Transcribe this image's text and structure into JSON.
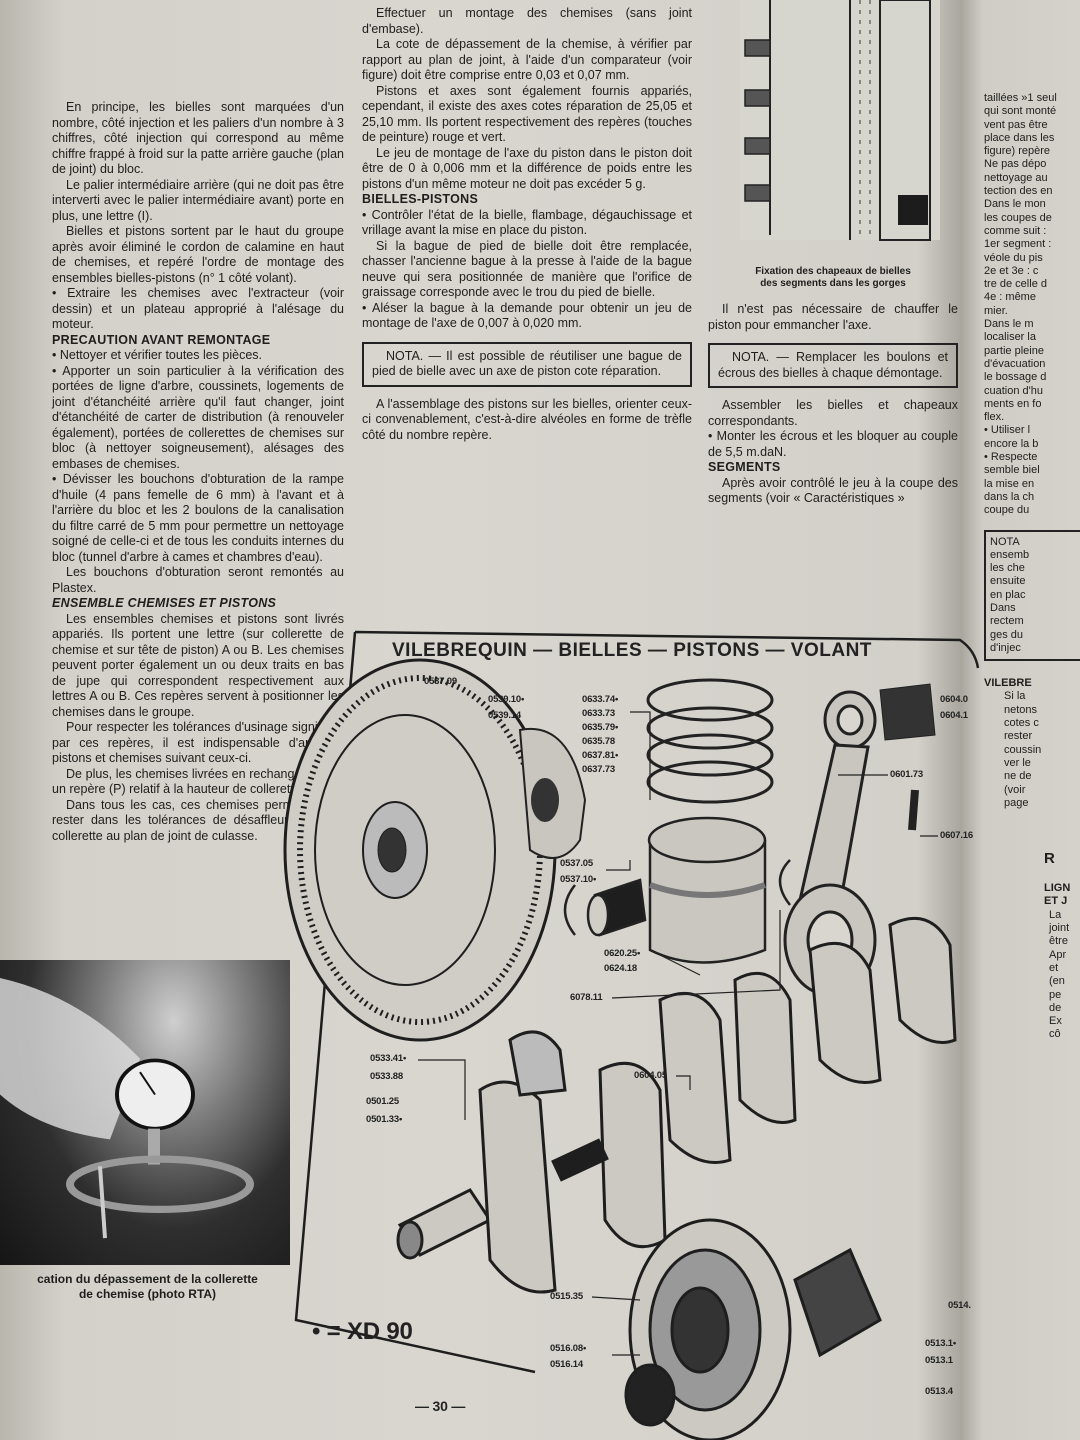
{
  "left_column": {
    "intro": [
      "En principe, les bielles sont marquées d'un nombre, côté injection et les paliers d'un nombre à 3 chiffres, côté injection qui correspond au même chiffre frappé à froid sur la patte arrière gauche (plan de joint) du bloc.",
      "Le palier intermédiaire arrière (qui ne doit pas être interverti avec le palier intermédiaire avant) porte en plus, une lettre (I).",
      "Bielles et pistons sortent par le haut du groupe après avoir éliminé le cordon de calamine en haut de chemises, et repéré l'ordre de montage des ensembles bielles-pistons (n° 1 côté volant).",
      "• Extraire les chemises avec l'extracteur (voir dessin) et un plateau approprié à l'alésage du moteur."
    ],
    "precaution": {
      "heading": "PRECAUTION AVANT REMONTAGE",
      "paragraphs": [
        "• Nettoyer et vérifier toutes les pièces.",
        "• Apporter un soin particulier à la vérification des portées de ligne d'arbre, coussinets, logements de joint d'étanchéité arrière qu'il faut changer, joint d'étanchéité de carter de distribution (à renouveler également), portées de collerettes de chemises sur bloc (à nettoyer soigneusement), alésages des embases de chemises.",
        "• Dévisser les bouchons d'obturation de la rampe d'huile (4 pans femelle de 6 mm) à l'avant et à l'arrière du bloc et les 2 boulons de la canalisation du filtre carré de 5 mm pour permettre un nettoyage soigné de celle-ci et de tous les conduits internes du bloc (tunnel d'arbre à cames et chambres d'eau).",
        "Les bouchons d'obturation seront remontés au Plastex."
      ]
    },
    "chemises": {
      "heading": "ENSEMBLE CHEMISES ET PISTONS",
      "paragraphs": [
        "Les ensembles chemises et pistons sont livrés appariés. Ils portent une lettre (sur collerette de chemise et sur tête de piston) A ou B. Les chemises peuvent porter également un ou deux traits en bas de jupe qui correspondent respectivement aux lettres A ou B. Ces repères servent à positionner les chemises dans le groupe.",
        "Pour respecter les tolérances d'usinage signifiées par ces repères, il est indispensable d'apparier pistons et chemises suivant ceux-ci.",
        "De plus, les chemises livrées en rechange portent un repère (P) relatif à la hauteur de collerette.",
        "Dans tous les cas, ces chemises permettent de rester dans les tolérances de désaffleurement de collerette au plan de joint de culasse."
      ]
    }
  },
  "middle_column": {
    "intro": [
      "Effectuer un montage des chemises (sans joint d'embase).",
      "La cote de dépassement de la chemise, à vérifier par rapport au plan de joint, à l'aide d'un comparateur (voir figure) doit être comprise entre 0,03 et 0,07 mm.",
      "Pistons et axes sont également fournis appariés, cependant, il existe des axes cotes réparation de 25,05 et 25,10 mm. Ils portent respectivement des repères (touches de peinture) rouge et vert.",
      "Le jeu de montage de l'axe du piston dans le piston doit être de 0 à 0,006 mm et la différence de poids entre les pistons d'un même moteur ne doit pas excéder 5 g."
    ],
    "bielles": {
      "heading": "BIELLES-PISTONS",
      "paragraphs": [
        "• Contrôler l'état de la bielle, flambage, dégauchissage et vrillage avant la mise en place du piston.",
        "Si la bague de pied de bielle doit être remplacée, chasser l'ancienne bague à la presse à l'aide de la bague neuve qui sera positionnée de manière que l'orifice de graissage corresponde avec le trou du pied de bielle.",
        "• Aléser la bague à la demande pour obtenir un jeu de montage de l'axe de 0,007 à 0,020 mm."
      ],
      "nota": "NOTA. — Il est possible de réutiliser une bague de pied de bielle avec un axe de piston cote réparation.",
      "after": "A l'assemblage des pistons sur les bielles, orienter ceux-ci convenablement, c'est-à-dire alvéoles en forme de trèfle côté du nombre repère."
    }
  },
  "right_column": {
    "figure_caption": [
      "Fixation des chapeaux de bielles",
      "des segments dans les gorges"
    ],
    "p1": "Il n'est pas nécessaire de chauffer le piston pour emmancher l'axe.",
    "nota": "NOTA. — Remplacer les boulons et écrous des bielles à chaque démontage.",
    "p2": "Assembler les bielles et chapeaux correspondants.",
    "p3": "• Monter les écrous et les bloquer au couple de 5,5 m.daN.",
    "segments_heading": "SEGMENTS",
    "segments_text": "Après avoir contrôlé le jeu à la coupe des segments (voir « Caractéristiques »"
  },
  "far_right_column": {
    "lines": [
      "taillées »1 seul",
      "qui sont monté",
      "vent pas être",
      "place dans les",
      "figure) repère",
      "Ne pas dépo",
      "nettoyage au",
      "tection des en",
      "Dans le mon",
      "les coupes de",
      "comme suit :",
      "1er segment :",
      "véole du pis",
      "2e et 3e : c",
      "tre de celle d",
      "4e : même",
      "mier.",
      "Dans le m",
      "localiser la",
      "partie pleine",
      "d'évacuation",
      "le bossage d",
      "cuation d'hu",
      "ments en fo",
      "flex.",
      "• Utiliser l",
      "encore la b",
      "• Respecte",
      "semble biel",
      "la mise en",
      "dans la ch",
      "coupe du"
    ],
    "nota_lines": [
      "NOTA",
      "ensemb",
      "les che",
      "ensuite",
      "en plac",
      "Dans",
      "rectem",
      "ges du",
      "d'injec"
    ],
    "heading": "VILEBRE",
    "lines2": [
      "Si la",
      "netons",
      "cotes c",
      "rester",
      "coussin",
      "ver le",
      "ne de",
      "(voir",
      "page"
    ],
    "heading2": "R",
    "heading3": [
      "LIGN",
      "ET J"
    ],
    "lines3": [
      "La",
      "joint",
      "être",
      "Apr",
      "et",
      "(en",
      "pe",
      "de",
      "Ex",
      "cô"
    ]
  },
  "diagram": {
    "title": "VILEBREQUIN — BIELLES — PISTONS — VOLANT",
    "legend": "• = XD 90",
    "labels": {
      "l0537_09": "0537.09",
      "l0539_10": "0539.10•",
      "l0539_14": "0539.14",
      "l0633_74": "0633.74•",
      "l0633_73": "0633.73",
      "l0635_79": "0635.79•",
      "l0635_78": "0635.78",
      "l0637_81": "0637.81•",
      "l0637_73": "0637.73",
      "l0601_73": "0601.73",
      "l0604_a": "0604.0",
      "l0604_b": "0604.1",
      "l0607_16": "0607.16",
      "l0537_05": "0537.05",
      "l0537_10": "0537.10•",
      "l0620_25": "0620.25•",
      "l0624_18": "0624.18",
      "l6078_11": "6078.11",
      "l0533_41": "0533.41•",
      "l0533_88": "0533.88",
      "l0501_25": "0501.25",
      "l0501_33": "0501.33•",
      "l0604_05": "0604.05",
      "l0515_35": "0515.35",
      "l0516_08": "0516.08•",
      "l0516_14": "0516.14",
      "l0514": "0514.",
      "l0513_a": "0513.1•",
      "l0513_b": "0513.1",
      "l0513_c": "0513.4"
    }
  },
  "photo_caption": [
    "cation du dépassement de la collerette",
    "de chemise (photo RTA)"
  ],
  "page_number": "— 30 —"
}
